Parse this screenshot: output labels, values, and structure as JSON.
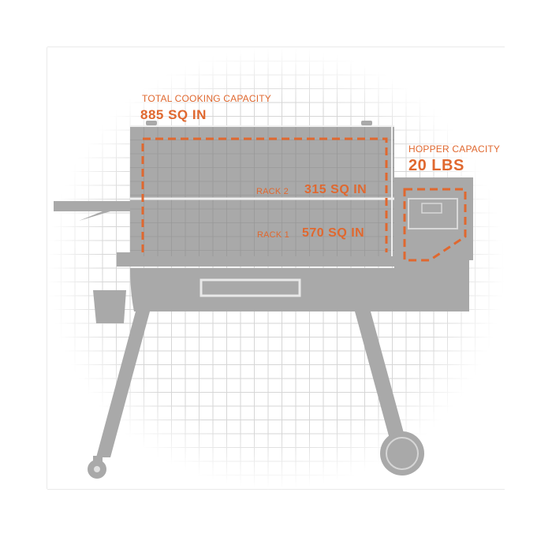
{
  "colors": {
    "accent": "#e0682f",
    "grill": "#a9a9a9",
    "grid": "#d4d4d4"
  },
  "total": {
    "label": "TOTAL COOKING CAPACITY",
    "value": "885 SQ IN"
  },
  "hopper": {
    "label": "HOPPER CAPACITY",
    "value": "20 LBS"
  },
  "rack2": {
    "label": "RACK 2",
    "value": "315 SQ IN"
  },
  "rack1": {
    "label": "RACK 1",
    "value": "570 SQ IN"
  }
}
